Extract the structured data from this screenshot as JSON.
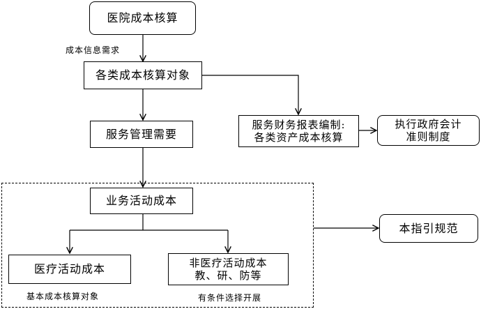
{
  "nodes": {
    "hospital_cost_accounting": "医院成本核算",
    "cost_accounting_objects": "各类成本核算对象",
    "service_management_needs": "服务管理需要",
    "financial_report_line1": "服务财务报表编制:",
    "financial_report_line2": "各类资产成本核算",
    "gov_accounting_line1": "执行政府会计",
    "gov_accounting_line2": "准则制度",
    "business_activity_cost": "业务活动成本",
    "guideline_scope": "本指引规范",
    "medical_activity_cost": "医疗活动成本",
    "non_medical_line1": "非医疗活动成本",
    "non_medical_line2": "教、研、防等"
  },
  "labels": {
    "cost_info_needs": "成本信息需求",
    "basic_cost_objects": "基本成本核算对象",
    "conditional": "有条件选择开展"
  }
}
